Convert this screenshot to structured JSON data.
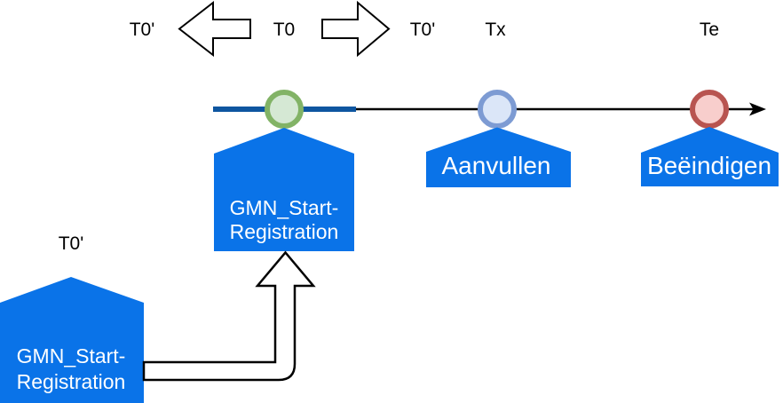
{
  "diagram": {
    "timeline_labels": {
      "t0_prime_left": "T0'",
      "t0_center": "T0",
      "t0_prime_right": "T0'",
      "tx": "Tx",
      "te": "Te"
    },
    "offline_label_t0_prime": "T0'",
    "events": {
      "start_main": {
        "lines": [
          "GMN_Start-",
          "Registration"
        ]
      },
      "aanvullen": {
        "label": "Aanvullen"
      },
      "beeindigen": {
        "label": "Beëindigen"
      },
      "start_offline": {
        "lines": [
          "GMN_Start-",
          "Registration"
        ]
      }
    },
    "milestones": [
      {
        "name": "start-milestone",
        "timeline_label": "T0",
        "stroke": "#82b366",
        "fill": "#d5e8d4"
      },
      {
        "name": "aanvullen-milestone",
        "timeline_label": "Tx",
        "stroke": "#7d9bd3",
        "fill": "#dbe6f8"
      },
      {
        "name": "beeindigen-milestone",
        "timeline_label": "Te",
        "stroke": "#b85450",
        "fill": "#f8cecc"
      }
    ],
    "colors": {
      "event_blue": "#0a73e8",
      "timeline_blue": "#0e56a0",
      "green_stroke": "#82b366",
      "green_fill": "#d5e8d4",
      "blue_stroke": "#7d9bd3",
      "blue_fill": "#dbe6f8",
      "red_stroke": "#b85450",
      "red_fill": "#f8cecc"
    }
  }
}
